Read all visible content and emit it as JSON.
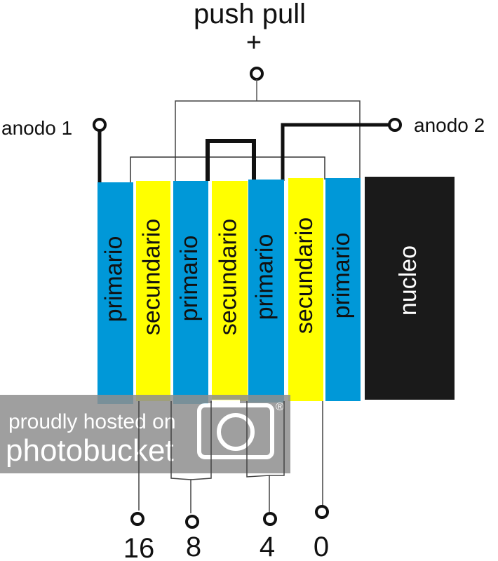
{
  "title": "push pull",
  "plus_sign": "+",
  "anode_left": "anodo 1",
  "anode_right": "anodo 2",
  "layers": [
    {
      "label": "primario",
      "kind": "primary"
    },
    {
      "label": "secundario",
      "kind": "secondary"
    },
    {
      "label": "primario",
      "kind": "primary"
    },
    {
      "label": "secundario",
      "kind": "secondary"
    },
    {
      "label": "primario",
      "kind": "primary"
    },
    {
      "label": "secundario",
      "kind": "secondary"
    },
    {
      "label": "primario",
      "kind": "primary"
    }
  ],
  "core_label": "nucleo",
  "taps": [
    "16",
    "8",
    "4",
    "0"
  ],
  "watermark": {
    "line1": "proudly hosted on",
    "line2": "photobucket",
    "mark": "®"
  },
  "colors": {
    "primary": "#0098d8",
    "secondary": "#ffff00",
    "core": "#1a1a1a",
    "wire": "#222222",
    "watermark_bg": "#8f8f8f"
  }
}
